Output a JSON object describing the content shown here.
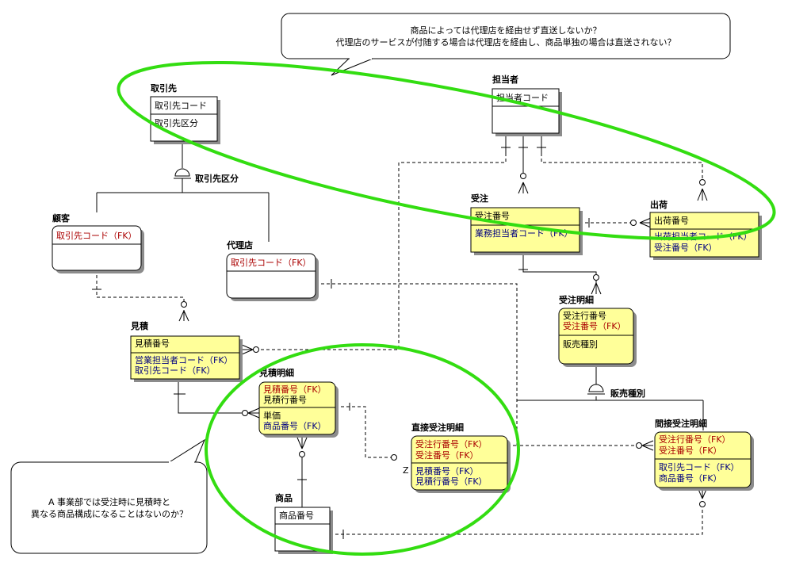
{
  "colors": {
    "entity_fill": "#ffff99",
    "plain_fill": "#ffffff",
    "shadow": "#8c8c8c",
    "highlight_oval": "#33dd11",
    "fk_red": "#aa0000",
    "fk_navy": "#000080"
  },
  "callouts": {
    "top": {
      "line1": "商品によっては代理店を経由せず直送しないか？",
      "line2": "代理店のサービスが付随する場合は代理店を経由し、商品単独の場合は直送されない？"
    },
    "left": {
      "line1": "A 事業部では受注時に見積時と",
      "line2": "異なる商品構成になることはないのか？"
    }
  },
  "categories": {
    "torihikisaki": "取引先区分",
    "hanbai": "販売種別"
  },
  "labels": {
    "z": "Z"
  },
  "entities": {
    "torihikisaki": {
      "title": "取引先",
      "pk": [
        "取引先コード"
      ],
      "attrs": [
        "取引先区分"
      ]
    },
    "kokyaku": {
      "title": "顧客",
      "pk": [
        "取引先コード（FK）"
      ],
      "attrs": []
    },
    "dairiten": {
      "title": "代理店",
      "pk": [
        "取引先コード（FK）"
      ],
      "attrs": []
    },
    "tantousha": {
      "title": "担当者",
      "pk": [
        "担当者コード"
      ],
      "attrs": []
    },
    "juchu": {
      "title": "受注",
      "pk": [
        "受注番号"
      ],
      "attrs": [
        "業務担当者コード（FK）"
      ]
    },
    "shukka": {
      "title": "出荷",
      "pk": [
        "出荷番号"
      ],
      "attrs": [
        "出荷担当者コード（FK）",
        "受注番号（FK）"
      ]
    },
    "juchu_meisai": {
      "title": "受注明細",
      "pk": [
        "受注行番号",
        "受注番号（FK）"
      ],
      "attrs": [
        "販売種別"
      ]
    },
    "mitsumori": {
      "title": "見積",
      "pk": [
        "見積番号"
      ],
      "attrs": [
        "営業担当者コード（FK）",
        "取引先コード（FK）"
      ]
    },
    "mitsumori_meisai": {
      "title": "見積明細",
      "pk": [
        "見積番号（FK）",
        "見積行番号"
      ],
      "attrs": [
        "単価",
        "商品番号（FK）"
      ]
    },
    "chokusetsu": {
      "title": "直接受注明細",
      "pk": [
        "受注行番号（FK）",
        "受注番号（FK）"
      ],
      "attrs": [
        "見積番号（FK）",
        "見積行番号（FK）"
      ]
    },
    "kansetsu": {
      "title": "間接受注明細",
      "pk": [
        "受注行番号（FK）",
        "受注番号（FK）"
      ],
      "attrs": [
        "取引先コード（FK）",
        "商品番号（FK）"
      ]
    },
    "shohin": {
      "title": "商品",
      "pk": [
        "商品番号"
      ],
      "attrs": []
    }
  }
}
